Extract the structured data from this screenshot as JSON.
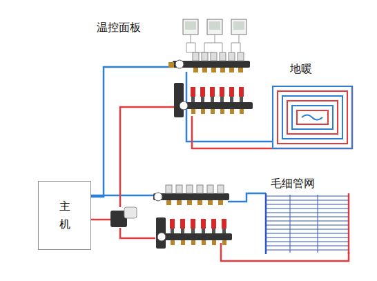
{
  "diagram": {
    "nodes": [
      {
        "text": [
          "主机"
        ]
      }
    ],
    "labels": [
      "温控面板",
      "地暖",
      "毛细管网"
    ]
  }
}
